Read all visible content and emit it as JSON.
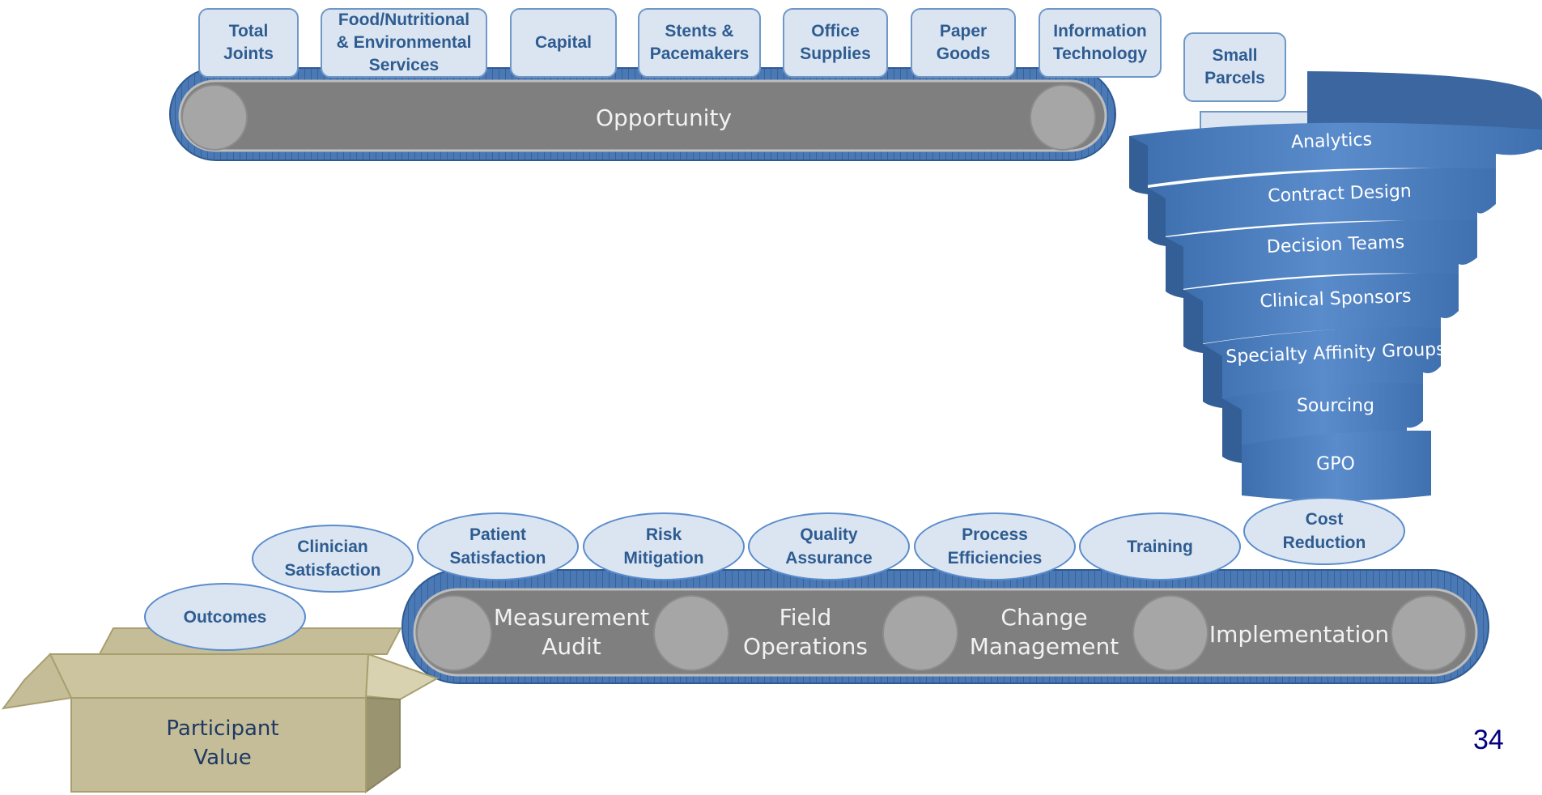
{
  "top_belt": {
    "label": "Opportunity",
    "boxes": [
      {
        "label": "Total\nJoints"
      },
      {
        "label": "Food/Nutritional\n& Environmental\nServices"
      },
      {
        "label": "Capital"
      },
      {
        "label": "Stents &\nPacemakers"
      },
      {
        "label": "Office\nSupplies"
      },
      {
        "label": "Paper\nGoods"
      },
      {
        "label": "Information\nTechnology"
      }
    ],
    "dropping_box": {
      "label": "Small\nParcels"
    }
  },
  "funnel": {
    "layers": [
      {
        "label": "Analytics"
      },
      {
        "label": "Contract Design"
      },
      {
        "label": "Decision Teams"
      },
      {
        "label": "Clinical Sponsors"
      },
      {
        "label": "Specialty Affinity Groups"
      },
      {
        "label": "Sourcing"
      },
      {
        "label": "GPO"
      }
    ]
  },
  "bottom_belt": {
    "stages": [
      {
        "label": "Measurement\nAudit"
      },
      {
        "label": "Field\nOperations"
      },
      {
        "label": "Change\nManagement"
      },
      {
        "label": "Implementation"
      }
    ],
    "ellipses": [
      {
        "label": "Outcomes"
      },
      {
        "label": "Clinician\nSatisfaction"
      },
      {
        "label": "Patient\nSatisfaction"
      },
      {
        "label": "Risk\nMitigation"
      },
      {
        "label": "Quality\nAssurance"
      },
      {
        "label": "Process\nEfficiencies"
      },
      {
        "label": "Training"
      },
      {
        "label": "Cost\nReduction"
      }
    ]
  },
  "box": {
    "label": "Participant\nValue"
  },
  "page_number": "34",
  "colors": {
    "belt_outer": "#3f6fae",
    "belt_inner": "#7f7f7f",
    "roller": "#a6a6a6",
    "box_fill": "#dbe5f1",
    "box_border": "#6f98c7",
    "text_blue": "#2e5c91",
    "funnel": "#4a7ebe",
    "cardboard": "#c4bd97"
  }
}
